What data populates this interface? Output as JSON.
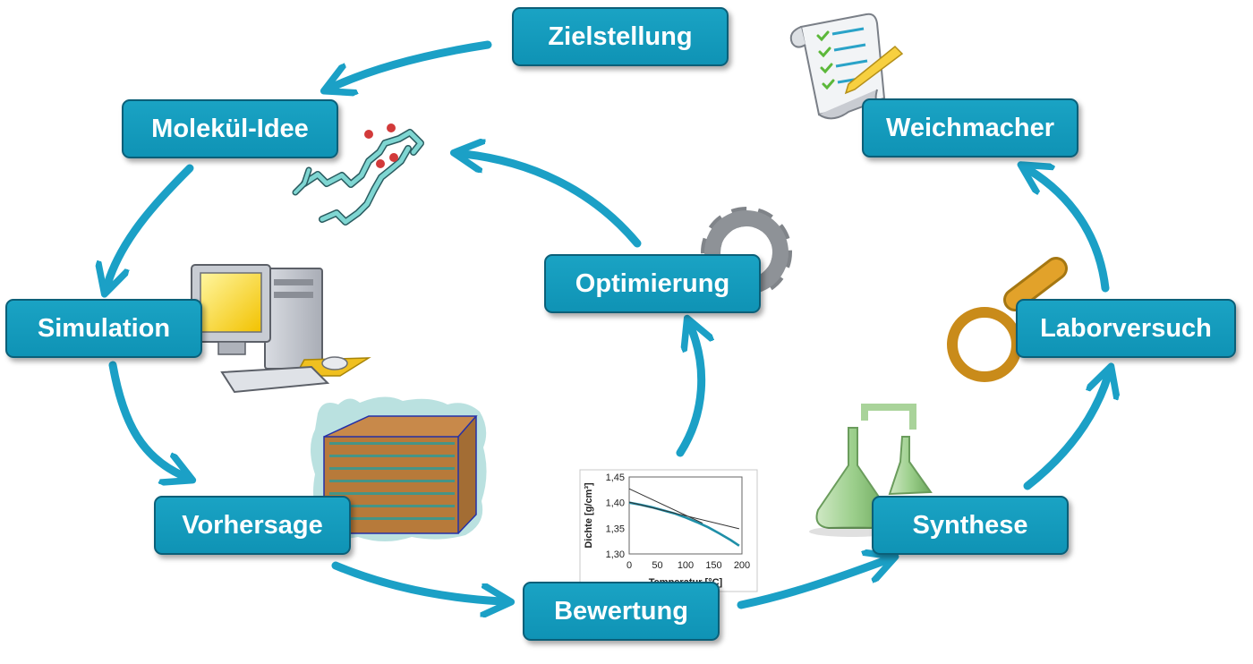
{
  "nodes": {
    "zielstellung": "Zielstellung",
    "molekuel_idee": "Molekül-Idee",
    "weichmacher": "Weichmacher",
    "optimierung": "Optimierung",
    "simulation": "Simulation",
    "laborversuch": "Laborversuch",
    "vorhersage": "Vorhersage",
    "synthese": "Synthese",
    "bewertung": "Bewertung"
  },
  "colors": {
    "node_fill": "#1aa3c4",
    "node_border": "#0b5f78",
    "arrow": "#1ba0c6"
  },
  "icons": [
    "checklist-pencil-icon",
    "molecule-icon",
    "computer-icon",
    "gear-icon",
    "magnifier-icon",
    "flask-icon",
    "simulation-box-icon"
  ],
  "chart_data": {
    "type": "line",
    "ylabel": "Dichte [g/cm³]",
    "xlabel": "Temperatur [°C]",
    "xlim": [
      0,
      200
    ],
    "ylim": [
      1.3,
      1.45
    ],
    "x_ticks": [
      "0",
      "50",
      "100",
      "150",
      "200"
    ],
    "y_ticks": [
      "1,45",
      "1,40",
      "1,35",
      "1,30"
    ],
    "series": [
      {
        "x": [
          0,
          20,
          40,
          60,
          80,
          100,
          120,
          140,
          160,
          180,
          195
        ],
        "y": [
          1.4,
          1.396,
          1.391,
          1.385,
          1.379,
          1.371,
          1.362,
          1.352,
          1.34,
          1.327,
          1.316
        ]
      },
      {
        "x": [
          0,
          130
        ],
        "y": [
          1.427,
          1.36
        ]
      },
      {
        "x": [
          0,
          195
        ],
        "y": [
          1.401,
          1.349
        ]
      }
    ]
  }
}
